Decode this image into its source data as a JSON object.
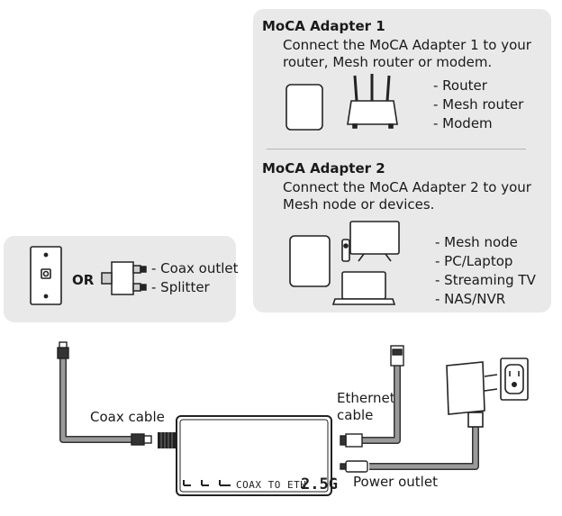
{
  "adapter1": {
    "title": "MoCA Adapter 1",
    "desc_line1": "Connect the MoCA Adapter 1 to your",
    "desc_line2": "router, Mesh router or modem.",
    "items": [
      "- Router",
      "- Mesh router",
      "- Modem"
    ]
  },
  "adapter2": {
    "title": "MoCA Adapter 2",
    "desc_line1": "Connect the MoCA Adapter 2 to your",
    "desc_line2": "Mesh node or devices.",
    "items": [
      "- Mesh node",
      "- PC/Laptop",
      "- Streaming TV",
      "- NAS/NVR"
    ]
  },
  "coax_panel": {
    "or_label": "OR",
    "items": [
      "- Coax outlet",
      "- Splitter"
    ]
  },
  "labels": {
    "coax_cable": "Coax cable",
    "ethernet_line1": "Ethernet",
    "ethernet_line2": "cable",
    "power_outlet": "Power outlet"
  },
  "device": {
    "label_main": "COAX TO ETH",
    "label_speed": "2.5G"
  }
}
